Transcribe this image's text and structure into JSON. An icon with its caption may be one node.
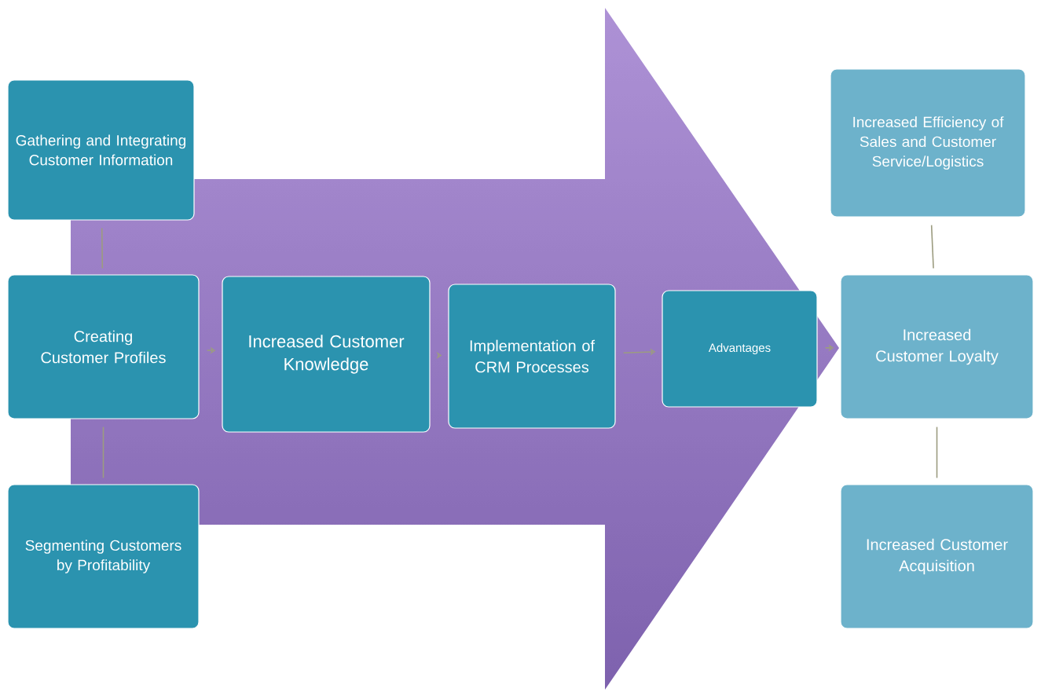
{
  "diagram": {
    "nodes": [
      {
        "text": [
          "Gathering and Integrating Customer Information"
        ]
      },
      {
        "text": [
          "Creating Customer Profiles"
        ]
      },
      {
        "text": [
          "Segmenting Customers by Profitability"
        ]
      },
      {
        "text": [
          "Increased Customer Knowledge"
        ]
      },
      {
        "text": [
          "Implementation of CRM Processes"
        ]
      },
      {
        "text": [
          "Advantages"
        ]
      },
      {
        "text": [
          "Increased Efficiency of Sales and Customer Service/Logistics"
        ]
      },
      {
        "text": [
          "Increased Customer Loyalty"
        ]
      },
      {
        "text": [
          "Increased Customer Acquisition"
        ]
      }
    ],
    "edges": [
      {
        "from": 0,
        "to": 1,
        "arrow": "none"
      },
      {
        "from": 1,
        "to": 2,
        "arrow": "none"
      },
      {
        "from": 1,
        "to": 3,
        "arrow": "to"
      },
      {
        "from": 3,
        "to": 4,
        "arrow": "to"
      },
      {
        "from": 4,
        "to": 5,
        "arrow": "to"
      },
      {
        "from": 5,
        "to": 7,
        "arrow": "to"
      },
      {
        "from": 6,
        "to": 7,
        "arrow": "none"
      },
      {
        "from": 7,
        "to": 8,
        "arrow": "none"
      }
    ]
  }
}
